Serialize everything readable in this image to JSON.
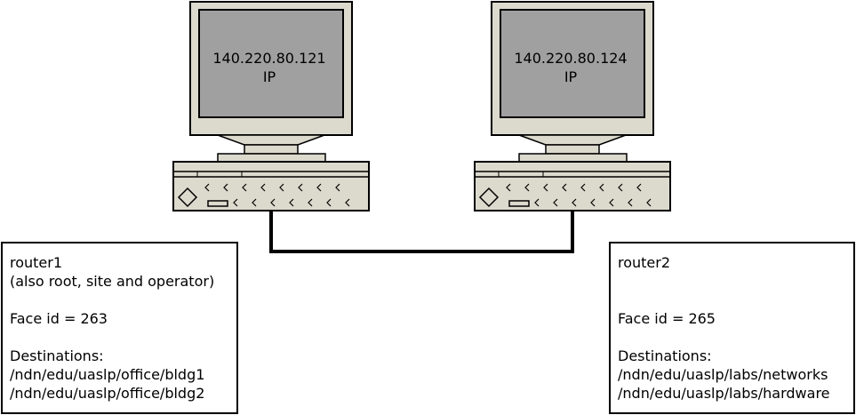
{
  "hosts": [
    {
      "ip": "140.220.80.121",
      "label": "IP"
    },
    {
      "ip": "140.220.80.124",
      "label": "IP"
    }
  ],
  "routers": [
    {
      "name": "router1",
      "note": "(also root, site and operator)",
      "face": "Face id = 263",
      "destinations_heading": "Destinations:",
      "destinations": [
        "/ndn/edu/uaslp/office/bldg1",
        "/ndn/edu/uaslp/office/bldg2"
      ]
    },
    {
      "name": "router2",
      "note": "",
      "face": "Face id = 265",
      "destinations_heading": "Destinations:",
      "destinations": [
        "/ndn/edu/uaslp/labs/networks",
        "/ndn/edu/uaslp/labs/hardware"
      ]
    }
  ],
  "colors": {
    "monitor_body": "#dcdacd",
    "screen": "#a0a0a0",
    "outline": "#000000"
  }
}
